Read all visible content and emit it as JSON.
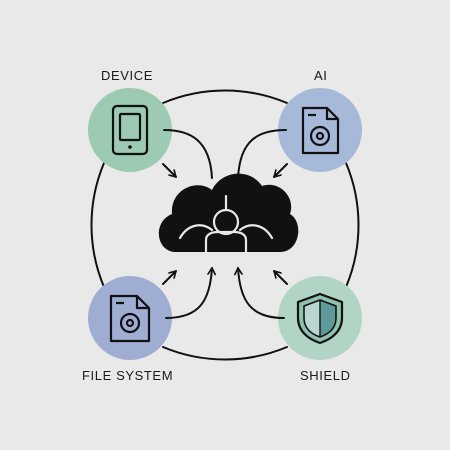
{
  "nodes": {
    "device": {
      "label": "DEVICE",
      "fill": "#9ccab2"
    },
    "ai": {
      "label": "AI",
      "fill": "#a7b9d8"
    },
    "file_system": {
      "label": "FILE SYSTEM",
      "fill": "#9fadd3"
    },
    "shield": {
      "label": "SHIELD",
      "fill": "#b2d4c5"
    }
  },
  "hub": {
    "icon": "cloud-network-icon",
    "fill": "#111111"
  },
  "colors": {
    "stroke": "#111111",
    "background": "#e9e9ea"
  }
}
